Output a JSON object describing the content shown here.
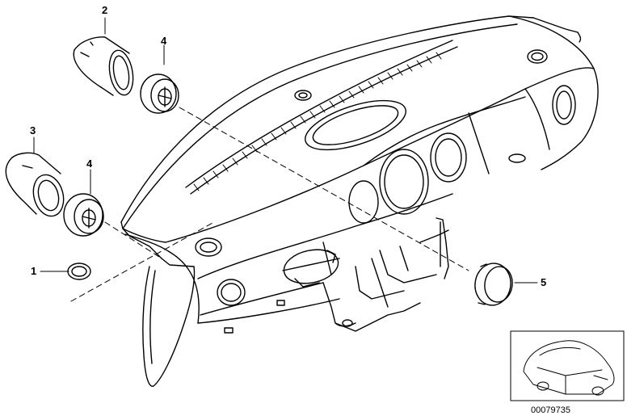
{
  "diagram": {
    "callouts": {
      "c1": "1",
      "c2": "2",
      "c3": "3",
      "c4a": "4",
      "c4b": "4",
      "c5": "5"
    },
    "document_number": "00079735"
  }
}
